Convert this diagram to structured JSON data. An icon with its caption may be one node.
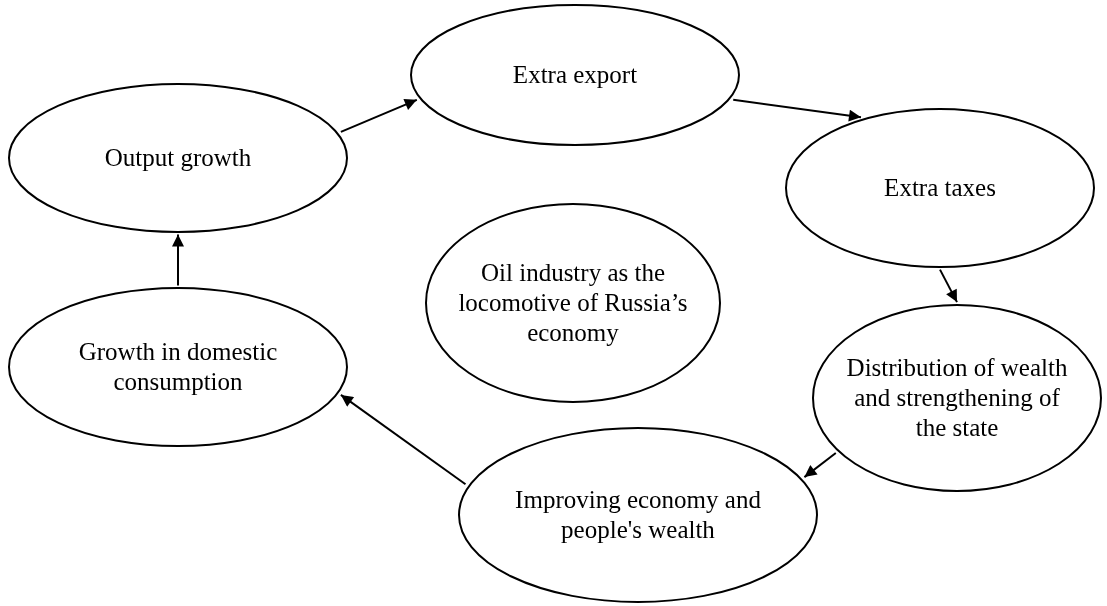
{
  "diagram": {
    "nodes": [
      {
        "text": [
          "Extra export"
        ]
      },
      {
        "text": [
          "Output growth"
        ]
      },
      {
        "text": [
          "Extra taxes"
        ]
      },
      {
        "text": [
          "Oil industry as the locomotive of Russia’s economy"
        ]
      },
      {
        "text": [
          "Distribution of wealth and strengthening of the state"
        ]
      },
      {
        "text": [
          "Growth in domestic consumption"
        ]
      },
      {
        "text": [
          "Improving economy and people's wealth"
        ]
      }
    ],
    "edges": [
      {
        "from": 1,
        "to": 0,
        "arrow": "to"
      },
      {
        "from": 0,
        "to": 2,
        "arrow": "to"
      },
      {
        "from": 2,
        "to": 4,
        "arrow": "to"
      },
      {
        "from": 4,
        "to": 6,
        "arrow": "to"
      },
      {
        "from": 6,
        "to": 5,
        "arrow": "to"
      },
      {
        "from": 5,
        "to": 1,
        "arrow": "to"
      }
    ]
  }
}
